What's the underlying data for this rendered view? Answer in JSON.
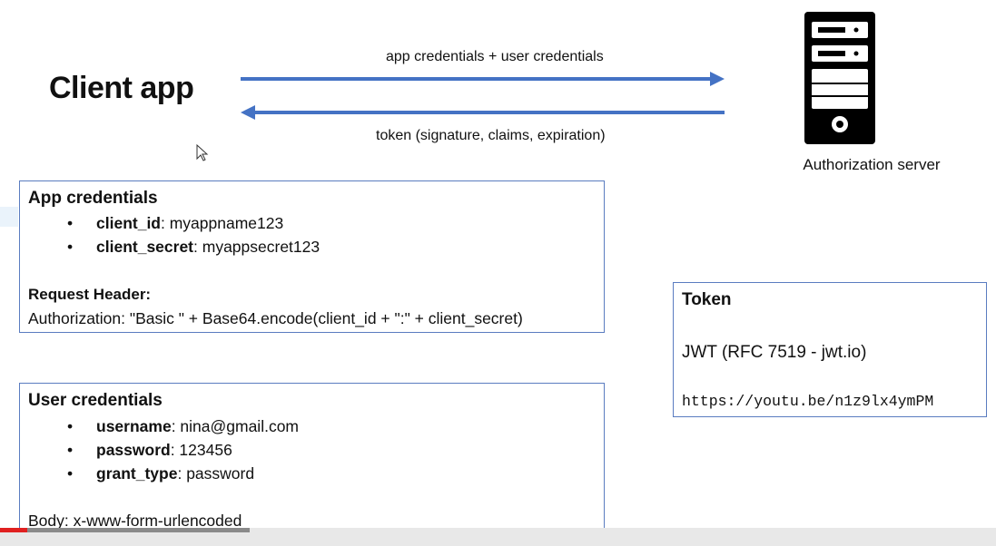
{
  "client": {
    "title": "Client app"
  },
  "arrows": {
    "request_label": "app credentials + user credentials",
    "response_label": "token (signature, claims, expiration)",
    "color": "#4472C4"
  },
  "server": {
    "label": "Authorization server",
    "icon": "server-tower-icon"
  },
  "app_credentials": {
    "title": "App credentials",
    "items": [
      {
        "key": "client_id",
        "value": ": myappname123"
      },
      {
        "key": "client_secret",
        "value": ": myappsecret123"
      }
    ],
    "header_title": "Request Header:",
    "header_value": "Authorization: \"Basic \" + Base64.encode(client_id + \":\" + client_secret)"
  },
  "user_credentials": {
    "title": "User credentials",
    "items": [
      {
        "key": "username",
        "value": ": nina@gmail.com"
      },
      {
        "key": "password",
        "value": ": 123456"
      },
      {
        "key": "grant_type",
        "value": ": password"
      }
    ],
    "body_line": "Body: x-www-form-urlencoded"
  },
  "token": {
    "title": "Token",
    "jwt_line": "JWT (RFC 7519 - jwt.io)",
    "url": "https://youtu.be/n1z9lx4ymPM"
  },
  "video_progress": {
    "played": 0.027,
    "buffered": 0.25,
    "played_color": "#e02020"
  }
}
